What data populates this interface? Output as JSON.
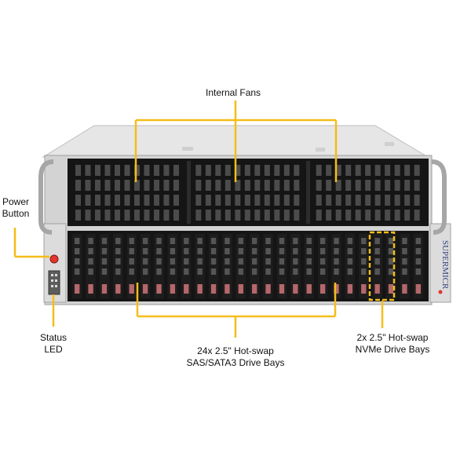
{
  "labels": {
    "internal_fans": "Internal  Fans",
    "power_button_line1": "Power",
    "power_button_line2": "Button",
    "status_led_line1": "Status",
    "status_led_line2": "LED",
    "sas_bays_line1": "24x 2.5\" Hot-swap",
    "sas_bays_line2": "SAS/SATA3 Drive Bays",
    "nvme_bays_line1": "2x 2.5\" Hot-swap",
    "nvme_bays_line2": "NVMe Drive Bays"
  },
  "brand": "SUPERMICR",
  "colors": {
    "callout": "#f4bd1a",
    "chassis": "#d9d9d9",
    "bay_face": "#111111",
    "drive_led": "#b5676b",
    "power_button": "#e2352b"
  },
  "counts": {
    "sas_drive_bays": 24,
    "nvme_drive_bays": 2,
    "fan_modules": 3
  }
}
